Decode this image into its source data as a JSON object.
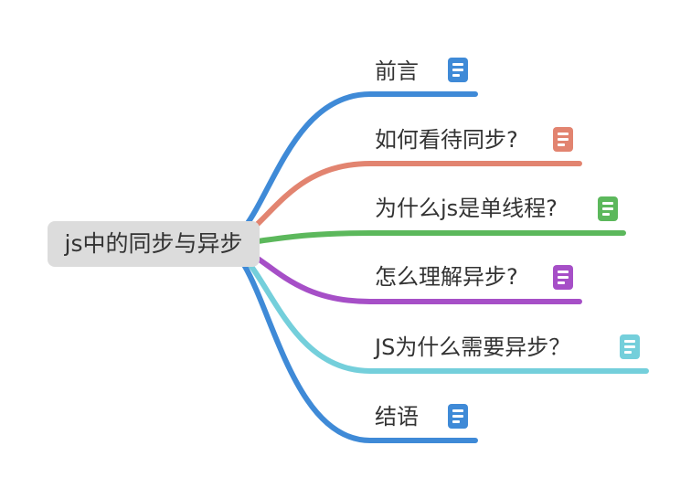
{
  "root": {
    "label": "js中的同步与异步"
  },
  "branches": [
    {
      "label": "前言",
      "color": "#3f8ad7",
      "icon": "note-icon"
    },
    {
      "label": "如何看待同步?",
      "color": "#e28470",
      "icon": "note-icon"
    },
    {
      "label": "为什么js是单线程?",
      "color": "#5cb85c",
      "icon": "note-icon"
    },
    {
      "label": "怎么理解异步?",
      "color": "#a64fc7",
      "icon": "note-icon"
    },
    {
      "label": "JS为什么需要异步？",
      "color": "#74cfdb",
      "icon": "note-icon"
    },
    {
      "label": "结语",
      "color": "#3f8ad7",
      "icon": "note-icon"
    }
  ]
}
